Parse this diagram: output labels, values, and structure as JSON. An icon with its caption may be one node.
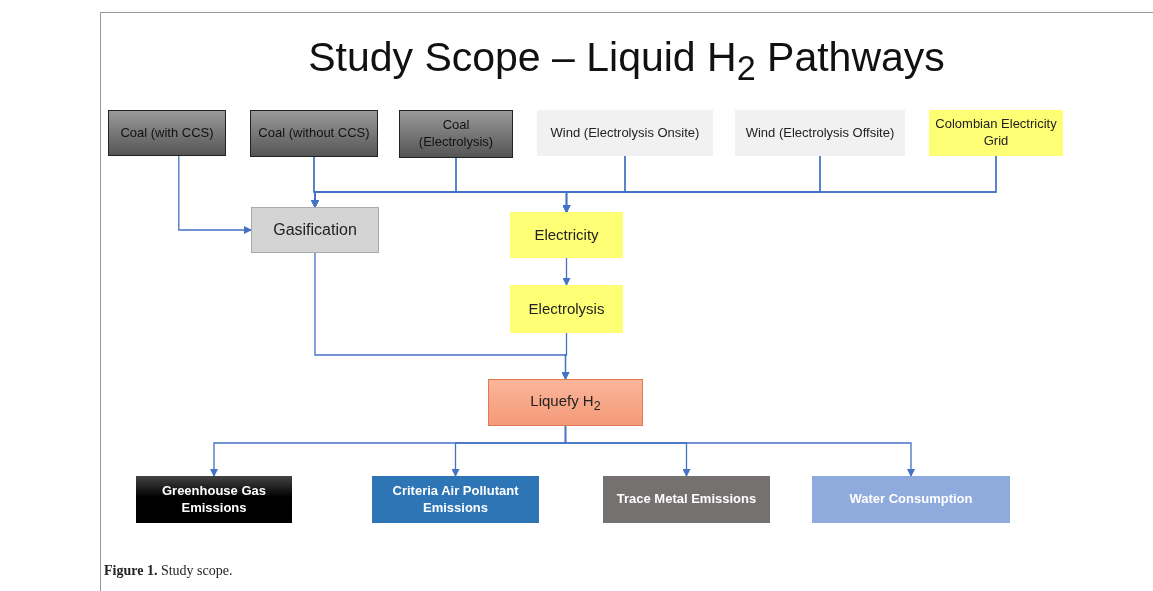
{
  "diagram": {
    "title": "Study Scope – Liquid H$_{2}$ Pathways",
    "caption": "**Figure 1.** Study scope.",
    "nodes": [
      {
        "text": [
          "Coal (with CCS)"
        ]
      },
      {
        "text": [
          "Coal (without CCS)"
        ]
      },
      {
        "text": [
          "Coal (Electrolysis)"
        ]
      },
      {
        "text": [
          "Wind (Electrolysis Onsite)"
        ]
      },
      {
        "text": [
          "Wind (Electrolysis Offsite)"
        ]
      },
      {
        "text": [
          "Colombian Electricity Grid"
        ]
      },
      {
        "text": [
          "Gasification"
        ]
      },
      {
        "text": [
          "Electricity"
        ]
      },
      {
        "text": [
          "Electrolysis"
        ]
      },
      {
        "text": [
          "Liquefy H$_{2}$"
        ]
      },
      {
        "text": [
          "Greenhouse Gas Emissions"
        ]
      },
      {
        "text": [
          "Criteria Air Pollutant Emissions"
        ]
      },
      {
        "text": [
          "Trace Metal Emissions"
        ]
      },
      {
        "text": [
          "Water Consumption"
        ]
      }
    ],
    "edges": [
      {
        "from": 0,
        "to": 6,
        "arrow": "to"
      },
      {
        "from": 1,
        "to": 6,
        "arrow": "to"
      },
      {
        "from": 1,
        "to": 7,
        "arrow": "to"
      },
      {
        "from": 2,
        "to": 6,
        "arrow": "to"
      },
      {
        "from": 2,
        "to": 7,
        "arrow": "to"
      },
      {
        "from": 3,
        "to": 6,
        "arrow": "to"
      },
      {
        "from": 3,
        "to": 7,
        "arrow": "to"
      },
      {
        "from": 4,
        "to": 6,
        "arrow": "to"
      },
      {
        "from": 4,
        "to": 7,
        "arrow": "to"
      },
      {
        "from": 5,
        "to": 6,
        "arrow": "to"
      },
      {
        "from": 5,
        "to": 7,
        "arrow": "to"
      },
      {
        "from": 7,
        "to": 8,
        "arrow": "to"
      },
      {
        "from": 6,
        "to": 9,
        "arrow": "to"
      },
      {
        "from": 8,
        "to": 9,
        "arrow": "to"
      },
      {
        "from": 9,
        "to": 10,
        "arrow": "to"
      },
      {
        "from": 9,
        "to": 11,
        "arrow": "to"
      },
      {
        "from": 9,
        "to": 12,
        "arrow": "to"
      },
      {
        "from": 9,
        "to": 13,
        "arrow": "to"
      }
    ]
  }
}
